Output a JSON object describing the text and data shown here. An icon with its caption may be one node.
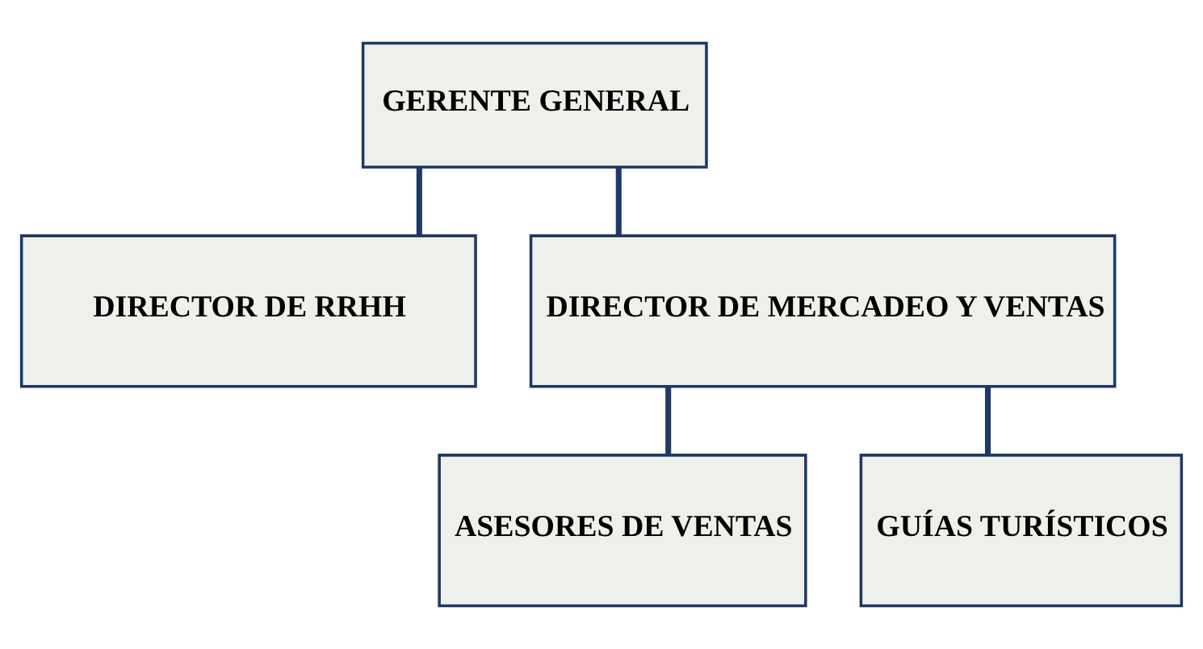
{
  "diagram": {
    "nodes": [
      {
        "text": [
          "GERENTE GENERAL"
        ]
      },
      {
        "text": [
          "DIRECTOR DE RRHH"
        ]
      },
      {
        "text": [
          "DIRECTOR DE MERCADEO Y VENTAS"
        ]
      },
      {
        "text": [
          "ASESORES DE VENTAS"
        ]
      },
      {
        "text": [
          "GUÍAS TURÍSTICOS"
        ]
      }
    ],
    "edges": [
      {
        "from": 0,
        "to": 1,
        "arrow": "none"
      },
      {
        "from": 0,
        "to": 2,
        "arrow": "none"
      },
      {
        "from": 2,
        "to": 3,
        "arrow": "none"
      },
      {
        "from": 2,
        "to": 4,
        "arrow": "none"
      }
    ]
  }
}
